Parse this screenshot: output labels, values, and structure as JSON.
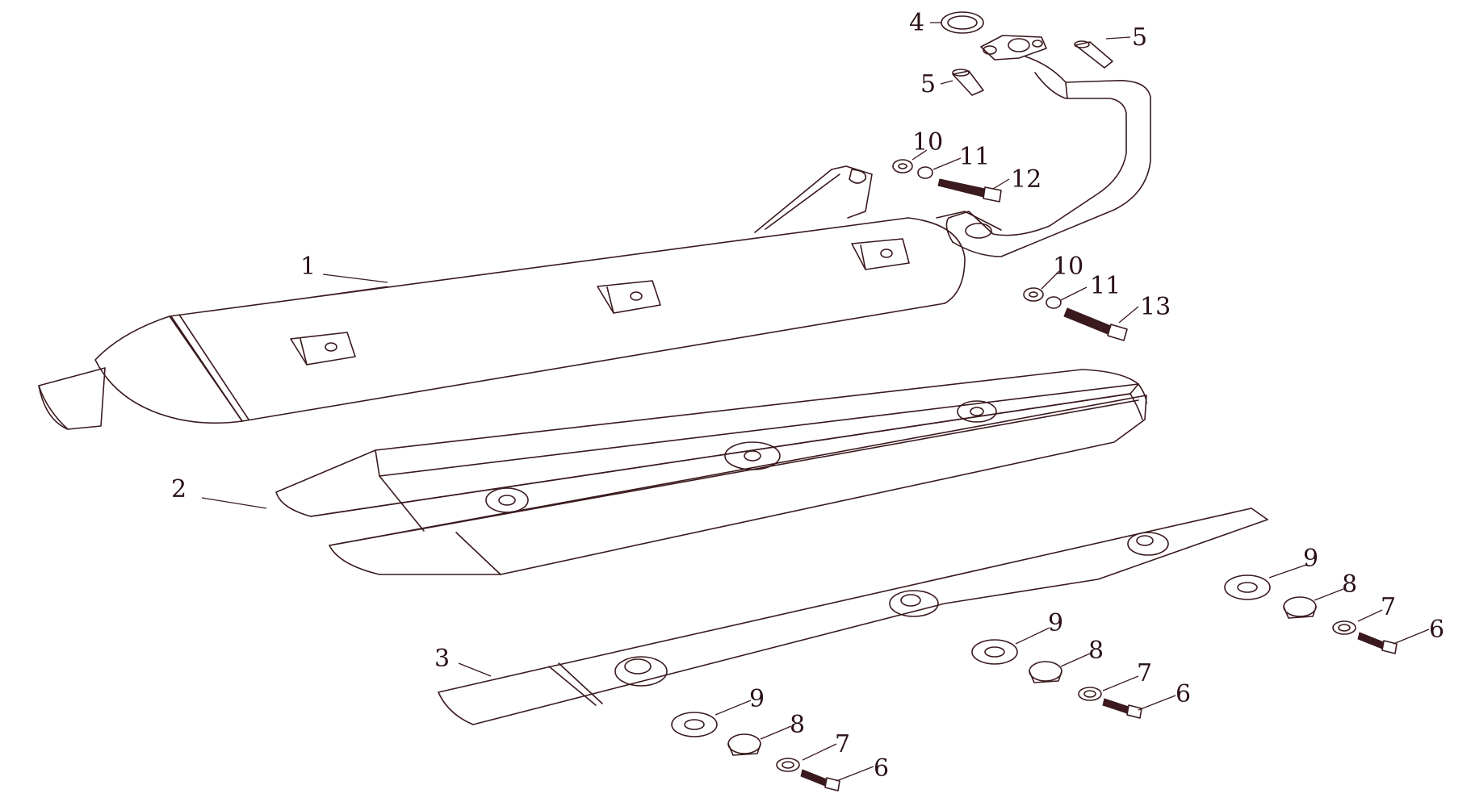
{
  "diagram": {
    "type": "exploded parts diagram",
    "callouts": [
      {
        "id": "c1",
        "text": "1"
      },
      {
        "id": "c2",
        "text": "2"
      },
      {
        "id": "c3",
        "text": "3"
      },
      {
        "id": "c4",
        "text": "4"
      },
      {
        "id": "c5a",
        "text": "5"
      },
      {
        "id": "c5b",
        "text": "5"
      },
      {
        "id": "c10a",
        "text": "10"
      },
      {
        "id": "c11a",
        "text": "11"
      },
      {
        "id": "c12",
        "text": "12"
      },
      {
        "id": "c10b",
        "text": "10"
      },
      {
        "id": "c11b",
        "text": "11"
      },
      {
        "id": "c13",
        "text": "13"
      },
      {
        "id": "c9a",
        "text": "9"
      },
      {
        "id": "c8a",
        "text": "8"
      },
      {
        "id": "c7a",
        "text": "7"
      },
      {
        "id": "c6a",
        "text": "6"
      },
      {
        "id": "c9b",
        "text": "9"
      },
      {
        "id": "c8b",
        "text": "8"
      },
      {
        "id": "c7b",
        "text": "7"
      },
      {
        "id": "c6b",
        "text": "6"
      },
      {
        "id": "c9c",
        "text": "9"
      },
      {
        "id": "c8c",
        "text": "8"
      },
      {
        "id": "c7c",
        "text": "7"
      },
      {
        "id": "c6c",
        "text": "6"
      }
    ]
  }
}
